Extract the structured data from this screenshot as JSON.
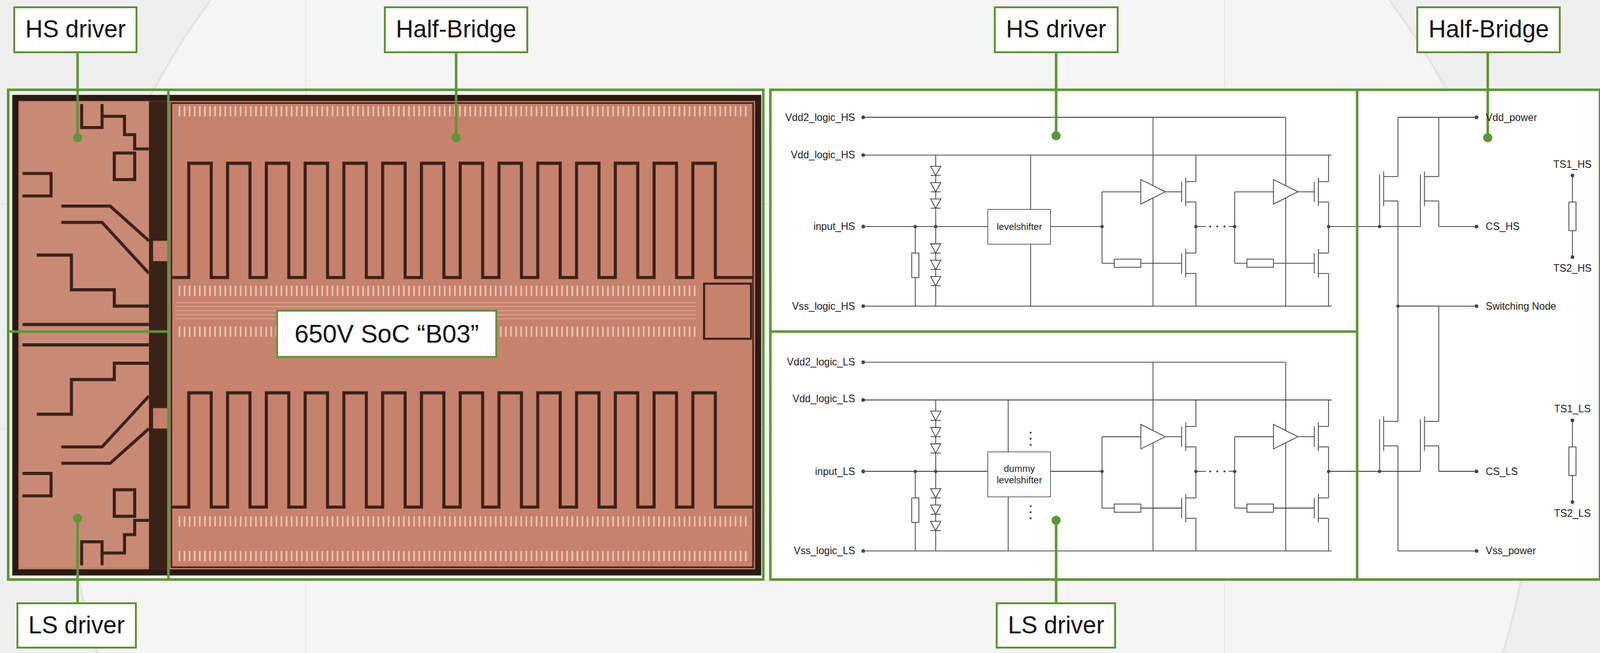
{
  "diagram": {
    "nodes": [
      {
        "text": [
          "HS driver"
        ]
      },
      {
        "text": [
          "Half-Bridge"
        ]
      },
      {
        "text": [
          "HS driver"
        ]
      },
      {
        "text": [
          "Half-Bridge"
        ]
      },
      {
        "text": [
          "650V SoC “B03”"
        ]
      },
      {
        "text": [
          "levelshifter"
        ]
      },
      {
        "text": [
          "dummy levelshifter"
        ]
      },
      {
        "text": [
          "LS driver"
        ]
      },
      {
        "text": [
          "LS driver"
        ]
      }
    ],
    "labels": [
      "Vdd2_logic_HS",
      "Vdd_logic_HS",
      "input_HS",
      "Vss_logic_HS",
      "Vdd_power",
      "TS1_HS",
      "CS_HS",
      "TS2_HS",
      "Switching Node",
      "Vdd2_logic_LS",
      "Vdd_logic_LS",
      "input_LS",
      "Vss_logic_LS",
      "TS1_LS",
      "CS_LS",
      "TS2_LS",
      "Vss_power"
    ]
  }
}
